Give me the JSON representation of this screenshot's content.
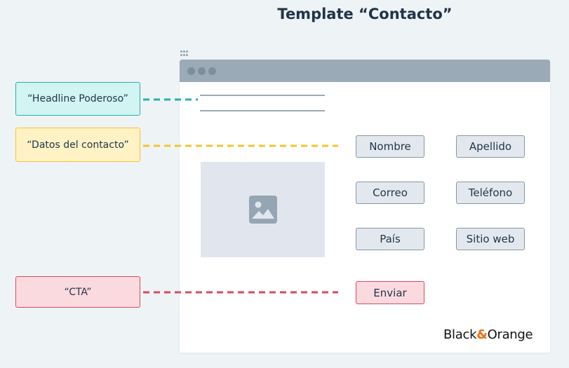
{
  "title": "Template “Contacto”",
  "labels": {
    "headline": "“Headline Poderoso”",
    "contact_data": "“Datos del contacto”",
    "cta": "“CTA”"
  },
  "form": {
    "fields": [
      "Nombre",
      "Apellido",
      "Correo",
      "Teléfono",
      "País",
      "Sitio web"
    ],
    "submit": "Enviar"
  },
  "brand": {
    "part1": "Black",
    "amp": "&",
    "part2": "Orange"
  },
  "colors": {
    "headline": "#23b3a8",
    "contact_data": "#f3c52e",
    "cta": "#d94a5d",
    "brand_accent": "#f26a10"
  },
  "icons": {
    "image_placeholder": "image-icon",
    "drag_handle": "drag-handle-icon"
  }
}
